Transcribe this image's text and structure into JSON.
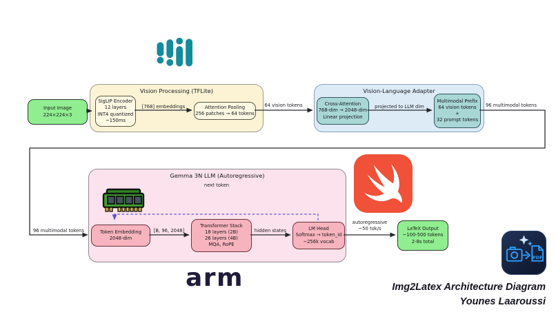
{
  "containers": {
    "vision_processing": {
      "title": "Vision Processing (TFLite)"
    },
    "vision_language_adapter": {
      "title": "Vision-Language Adapter"
    },
    "gemma_llm": {
      "title": "Gemma 3N LLM (Autoregressive)",
      "loop_label": "next token"
    }
  },
  "nodes": {
    "input_image": {
      "lines": [
        "Input Image",
        "224×224×3"
      ]
    },
    "siglip_encoder": {
      "lines": [
        "SigLIP Encoder",
        "12 layers",
        "INT4 quantized",
        "~150ms"
      ]
    },
    "attention_pooling": {
      "lines": [
        "Attention Pooling",
        "256 patches → 64 tokens"
      ]
    },
    "cross_attention": {
      "lines": [
        "Cross-Attention",
        "768-dim → 2048-dim",
        "Linear projection"
      ]
    },
    "multimodal_prefix": {
      "lines": [
        "Multimodal Prefix",
        "64 vision tokens",
        "+",
        "32 prompt tokens"
      ]
    },
    "token_embedding": {
      "lines": [
        "Token Embedding",
        "2048-dim"
      ]
    },
    "transformer_stack": {
      "lines": [
        "Transformer Stack",
        "18 layers (2B)",
        "26 layers (4B)",
        "MQA, RoPE"
      ]
    },
    "lm_head": {
      "lines": [
        "LM Head",
        "Softmax → token_id",
        "~256k vocab"
      ]
    },
    "latex_output": {
      "lines": [
        "LaTeX Output",
        "~100-500 tokens",
        "2-8s total"
      ]
    }
  },
  "edges": {
    "embeddings": "[768] embeddings",
    "vision_tokens": "64 vision tokens",
    "projected": "projected to LLM dim",
    "multimodal_top": "96 multimodal tokens",
    "multimodal_left": "96 multimodal tokens",
    "batch_shape": "[B, 96, 2048]",
    "hidden_states": "hidden states",
    "autoregressive_line1": "autoregressive",
    "autoregressive_line2": "~50 tok/s"
  },
  "logos": {
    "arm": "arm",
    "pdf_badge": "PDF"
  },
  "credit": {
    "line1": "Img2Latex Architecture Diagram",
    "line2": "Younes Laaroussi"
  },
  "colors": {
    "node_green": "#90ee90",
    "container_cream": "#fbf3d4",
    "box_cream": "#fdf9e3",
    "container_blue": "#dcebf6",
    "box_teal": "#a8d7d6",
    "container_pink": "#fbe2ec",
    "box_pink": "#f8b4be",
    "litert_teal": "#148b9b",
    "swift_orange": "#f05138",
    "arm_navy": "#211b3b",
    "appicon_blue": "#2e9bf5",
    "dashed_purple": "#5a52d5"
  }
}
